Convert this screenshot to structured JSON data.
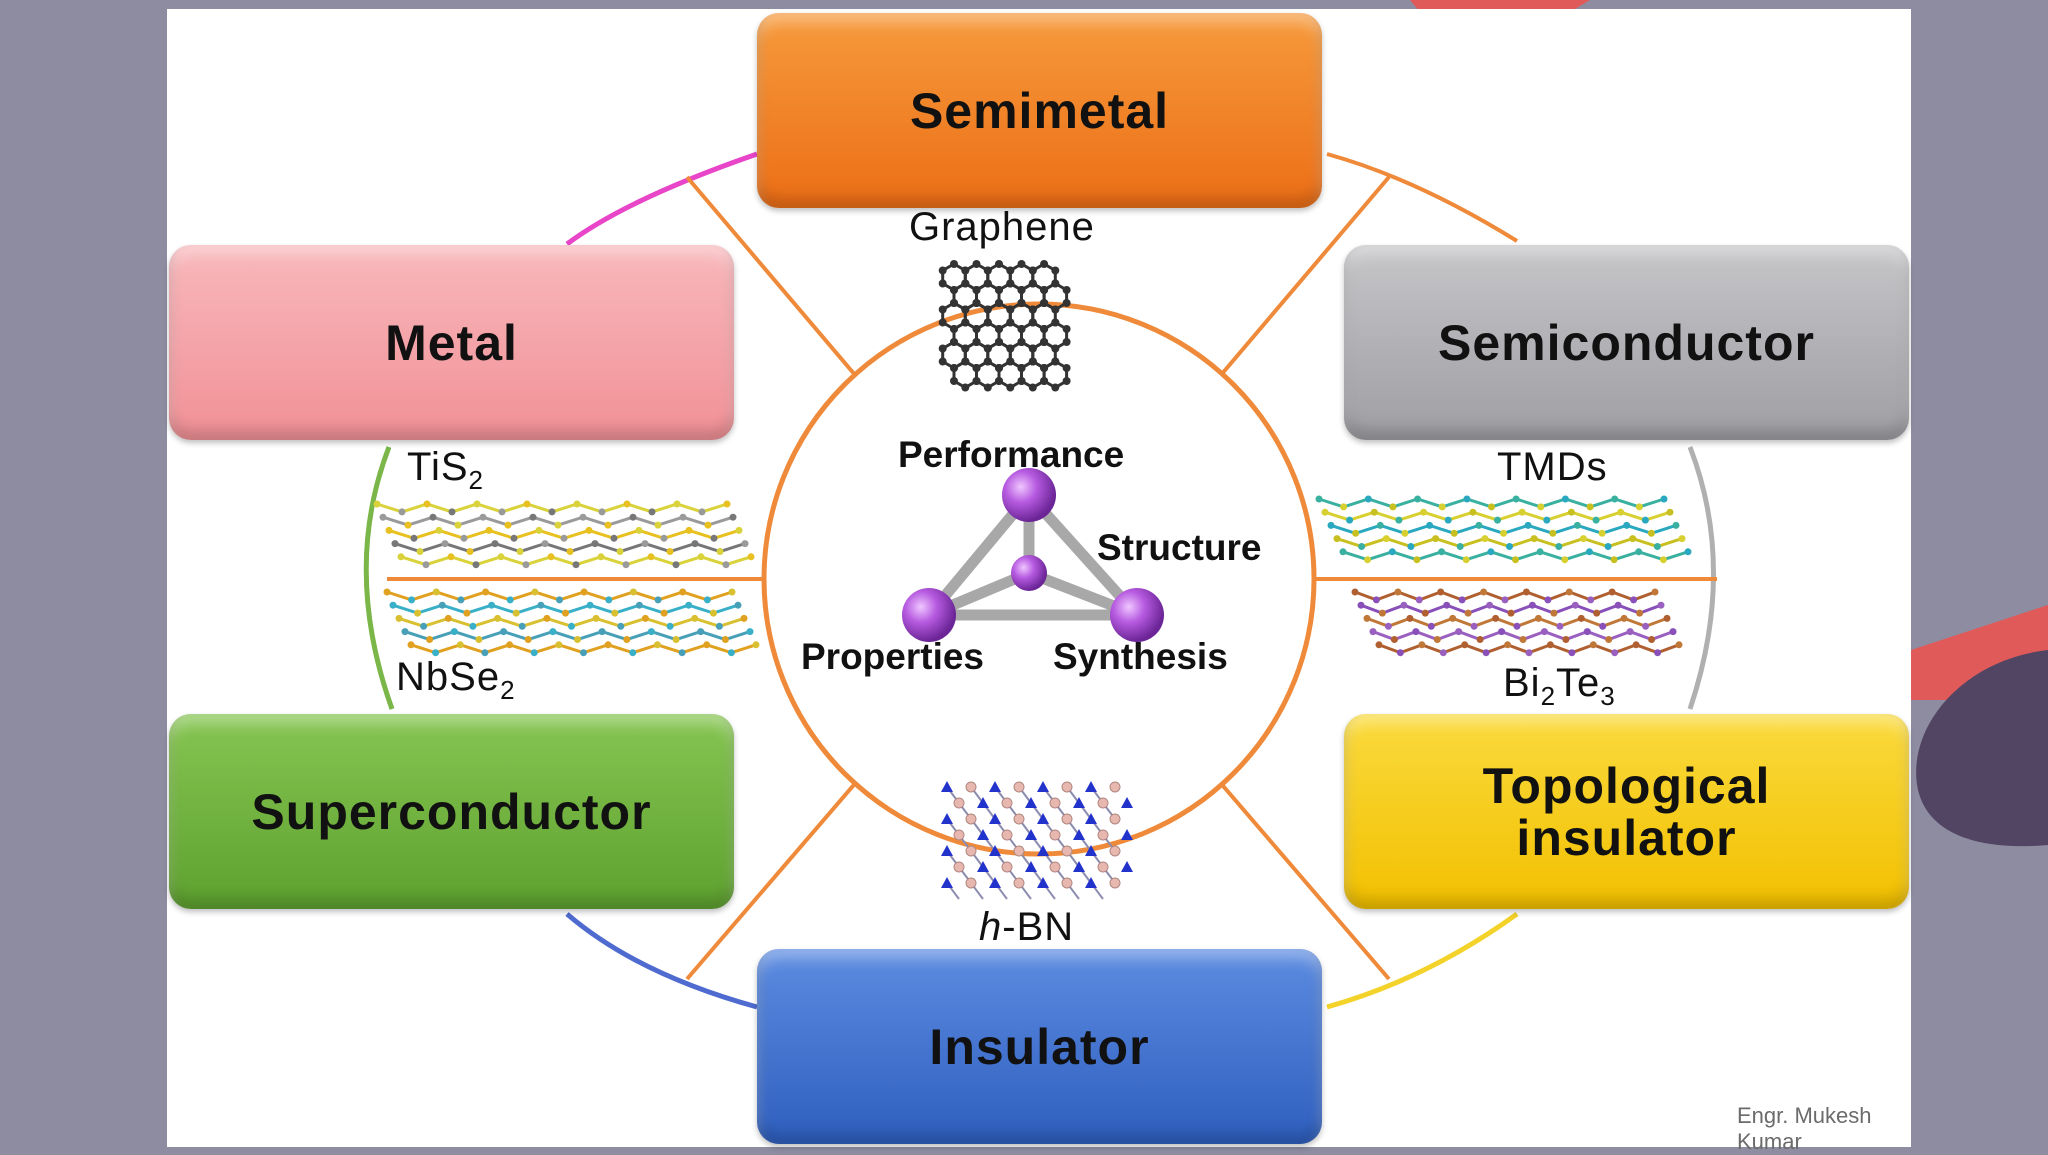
{
  "categories": {
    "semimetal": {
      "label": "Semimetal",
      "color": "#ef7a1e",
      "material": "Graphene"
    },
    "metal": {
      "label": "Metal",
      "color": "#f4a3a8",
      "material_top": "TiS",
      "material_top_sub": "2"
    },
    "semiconductor": {
      "label": "Semiconductor",
      "color": "#b2b2b6",
      "material": "TMDs"
    },
    "superconductor": {
      "label": "Superconductor",
      "color": "#6fb23e",
      "material": "NbSe",
      "material_sub": "2"
    },
    "topological_insulator": {
      "label_line1": "Topological",
      "label_line2": "insulator",
      "color": "#f6cd17"
    },
    "insulator": {
      "label": "Insulator",
      "color": "#3f73cf",
      "material_italic": "h",
      "material_rest": "-BN"
    }
  },
  "materials_extra": {
    "bi2te3": {
      "a": "Bi",
      "a_sub": "2",
      "b": "Te",
      "b_sub": "3"
    }
  },
  "center": {
    "performance": "Performance",
    "structure": "Structure",
    "properties": "Properties",
    "synthesis": "Synthesis"
  },
  "colors": {
    "ring_orange": "#ef8a3a",
    "arc_magenta": "#e845c9",
    "arc_green": "#7ab648",
    "arc_blue": "#4f6bd0",
    "arc_yellow": "#f3d22a",
    "arc_gray": "#b0b0b0",
    "sphere": "#a24cd0"
  },
  "credit": "Engr. Mukesh Kumar"
}
